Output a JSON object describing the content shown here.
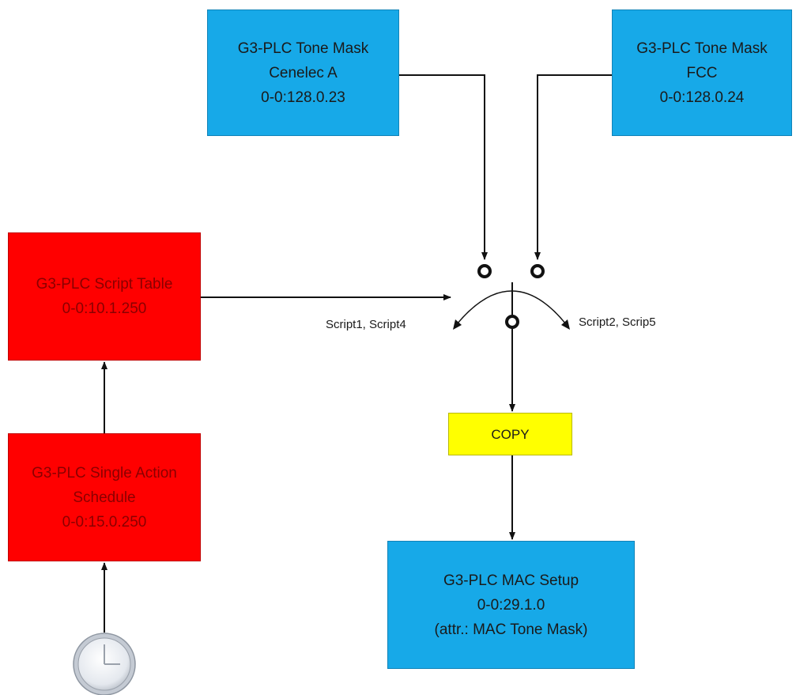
{
  "nodes": {
    "tone_mask_cenelec": {
      "line1": "G3-PLC Tone Mask",
      "line2": "Cenelec A",
      "line3": "0-0:128.0.23",
      "color": "#17a9e8"
    },
    "tone_mask_fcc": {
      "line1": "G3-PLC Tone Mask",
      "line2": "FCC",
      "line3": "0-0:128.0.24",
      "color": "#17a9e8"
    },
    "script_table": {
      "line1": "G3-PLC Script Table",
      "line2": "0-0:10.1.250",
      "color": "#ff0000"
    },
    "single_action_schedule": {
      "line1": "G3-PLC Single Action",
      "line2": "Schedule",
      "line3": "0-0:15.0.250",
      "color": "#ff0000"
    },
    "copy": {
      "label": "COPY",
      "color": "#ffff00"
    },
    "mac_setup": {
      "line1": "G3-PLC MAC Setup",
      "line2": "0-0:29.1.0",
      "line3": "(attr.: MAC Tone Mask)",
      "color": "#17a9e8"
    }
  },
  "switch_labels": {
    "left": "Script1, Script4",
    "right": "Script2, Scrip5"
  },
  "icons": {
    "clock": "clock-icon"
  },
  "edges": [
    {
      "from": "tone_mask_cenelec",
      "to": "switch-contact-left"
    },
    {
      "from": "tone_mask_fcc",
      "to": "switch-contact-right"
    },
    {
      "from": "script_table",
      "to": "switch"
    },
    {
      "from": "switch-common",
      "to": "copy"
    },
    {
      "from": "copy",
      "to": "mac_setup"
    },
    {
      "from": "single_action_schedule",
      "to": "script_table"
    },
    {
      "from": "clock",
      "to": "single_action_schedule"
    }
  ]
}
